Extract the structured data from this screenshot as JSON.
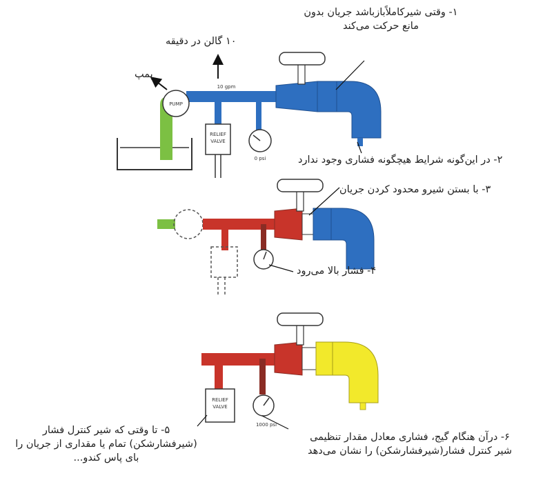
{
  "captions": {
    "c1_line1": "۱- وقتی شیرکاملاًبازباشد جریان بدون",
    "c1_line2": "مانع حرکت می‌کند",
    "flow": "۱۰ گالن در دقیقه",
    "pump": "پمپ",
    "c2": "۲- در این‌گونه شرایط هیچگونه فشاری وجود ندارد",
    "c3": "۳- با بستن شیرو محدود کردن جریان",
    "c4": "۴- فشار بالا می‌رود",
    "c5_line1": "۵- تا وقتی که شیر کنترل فشار",
    "c5_line2": "(شیرفشارشکن) تمام یا مقداری از جریان را",
    "c5_line3": "بای پاس کندو...",
    "c6_line1": "۶- درآن هنگام گیج، فشاری معادل مقدار تنظیمی",
    "c6_line2": "شیر کنترل فشار(شیرفشارشکن) را نشان می‌دهد"
  },
  "embedded_labels": {
    "pump": "PUMP",
    "gpm": "10 gpm",
    "relief_1": "RELIEF",
    "relief_2": "VALVE",
    "psi_zero": "0 psi",
    "psi_1000": "1000 psi"
  },
  "colors": {
    "flow_blue": "#2e6fc0",
    "pressure_red": "#c8342a",
    "trapped_yellow": "#f2e92b",
    "suction_green": "#7cc043",
    "gauge_white": "#ffffff"
  }
}
